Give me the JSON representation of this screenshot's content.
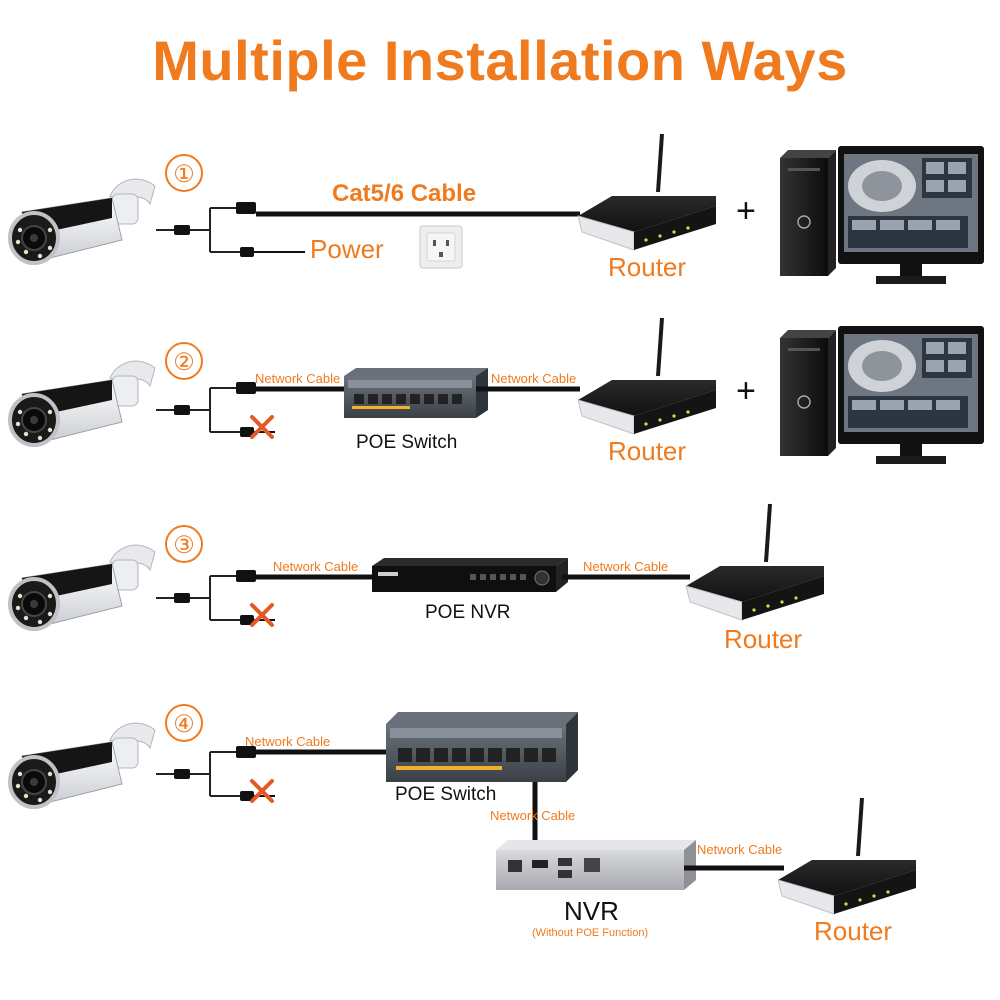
{
  "title": "Multiple Installation Ways",
  "colors": {
    "accent": "#f07a1e",
    "cable": "#111111"
  },
  "scenarios": [
    {
      "number": "①",
      "cable_label": "Cat5/6 Cable",
      "power_label": "Power",
      "router_label": "Router",
      "plus": "+"
    },
    {
      "number": "②",
      "cable_label_left": "Network Cable",
      "switch_label": "POE Switch",
      "cable_label_right": "Network Cable",
      "router_label": "Router",
      "plus": "+"
    },
    {
      "number": "③",
      "cable_label_left": "Network Cable",
      "nvr_label": "POE NVR",
      "cable_label_right": "Network Cable",
      "router_label": "Router"
    },
    {
      "number": "④",
      "cable_label_left": "Network Cable",
      "switch_label": "POE Switch",
      "cable_label_down": "Network Cable",
      "nvr_label": "NVR",
      "nvr_note": "(Without POE Function)",
      "cable_label_right": "Network Cable",
      "router_label": "Router"
    }
  ],
  "icons": [
    "bullet-camera-icon",
    "cable-splitter-icon",
    "wall-outlet-icon",
    "router-icon",
    "desktop-computer-icon",
    "monitor-icon",
    "poe-switch-icon",
    "poe-nvr-icon",
    "nvr-box-icon",
    "no-power-cross-icon"
  ]
}
